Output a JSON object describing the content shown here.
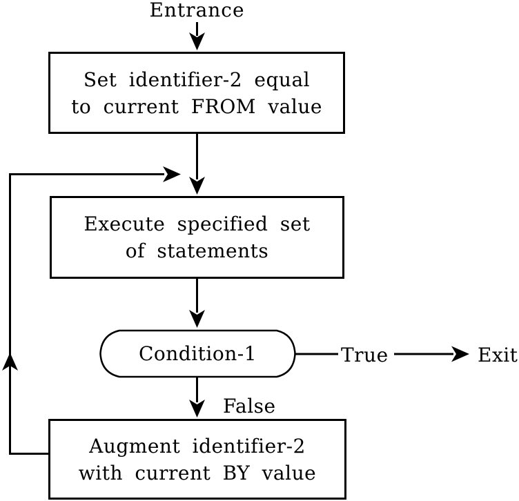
{
  "diagram": {
    "type": "flowchart",
    "colors": {
      "background": "#ffffff",
      "line": "#000000",
      "text": "#000000"
    },
    "entrance_label": "Entrance",
    "exit_label": "Exit",
    "condition": {
      "label": "Condition-1",
      "true_branch_label": "True",
      "false_branch_label": "False"
    },
    "boxes": {
      "set_identifier": {
        "line1": "Set identifier-2 equal",
        "line2": "to current FROM value"
      },
      "execute": {
        "line1": "Execute specified set",
        "line2": "of statements"
      },
      "augment": {
        "line1": "Augment identifier-2",
        "line2": "with current BY value"
      }
    }
  }
}
